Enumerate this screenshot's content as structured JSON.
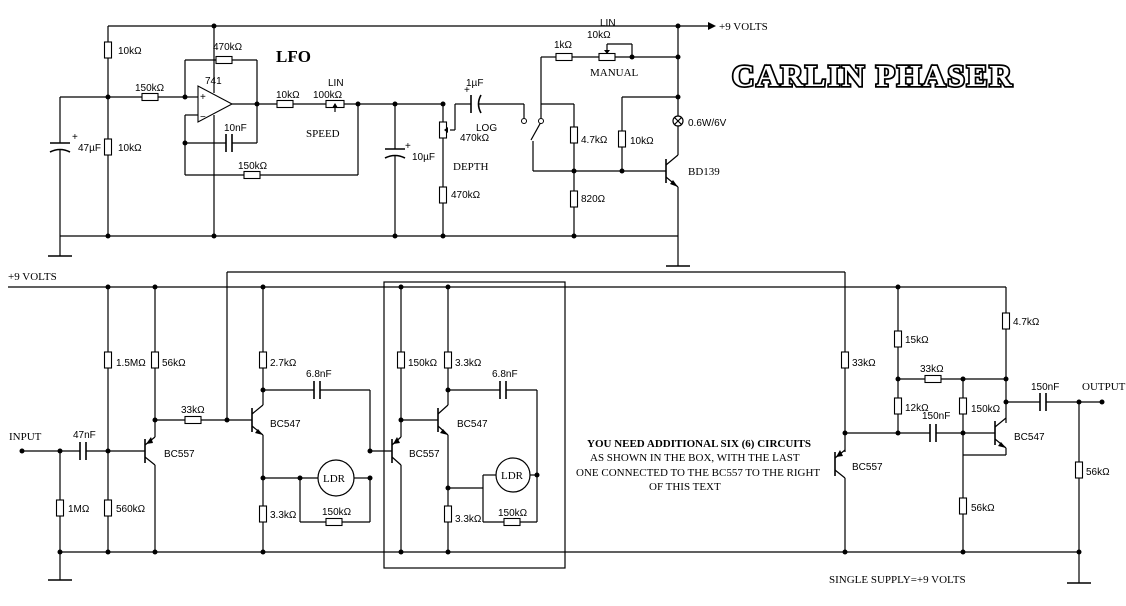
{
  "title": "CARLIN PHASER",
  "supply_top": "+9 VOLTS",
  "supply_left": "+9 VOLTS",
  "input_label": "INPUT",
  "output_label": "OUTPUT",
  "supply_note": "SINGLE SUPPLY=+9 VOLTS",
  "note_line1": "YOU NEED ADDITIONAL SIX (6) CIRCUITS",
  "note_line2": "AS SHOWN IN THE BOX, WITH THE LAST",
  "note_line3": "ONE CONNECTED TO THE BC557 TO THE RIGHT",
  "note_line4": "OF THIS TEXT",
  "lfo": {
    "label": "LFO",
    "opamp": "741",
    "plus": "+",
    "minus": "−",
    "speed": "SPEED",
    "depth": "DEPTH",
    "lin": "LIN",
    "log": "LOG",
    "manual": "MANUAL",
    "lamp": "0.6W/6V",
    "transistor": "BD139",
    "r_bias_top": "10kΩ",
    "r_bias_bot": "10kΩ",
    "c_bias": "47µF",
    "r_in": "150kΩ",
    "r_fb": "470kΩ",
    "c_int": "10nF",
    "r_fb2": "150kΩ",
    "r_out": "10kΩ",
    "pot_speed": "100kΩ",
    "c_tank": "10µF",
    "pot_depth": "470kΩ",
    "r_depth": "470kΩ",
    "c_couple": "1µF",
    "r_manual": "1kΩ",
    "pot_manual": "10kΩ",
    "r_base1": "4.7kΩ",
    "r_base2": "820Ω",
    "r_lamp": "10kΩ"
  },
  "audio": {
    "c_in": "47nF",
    "r_in_gnd": "1MΩ",
    "r_b1": "1.5MΩ",
    "r_b2": "560kΩ",
    "q1": "BC557",
    "r_e1": "56kΩ",
    "r_link": "33kΩ",
    "q2": "BC547",
    "r_c2": "2.7kΩ",
    "r_e2": "3.3kΩ",
    "c_ps1": "6.8nF",
    "r_ldr1": "150kΩ",
    "ldr": "LDR",
    "box_r_top": "150kΩ",
    "box_q1": "BC557",
    "box_r_c": "3.3kΩ",
    "box_q2": "BC547",
    "box_r_e": "3.3kΩ",
    "box_c": "6.8nF",
    "box_r_ldr": "150kΩ",
    "q_last": "BC557",
    "r_last": "33kΩ",
    "r_15k": "15kΩ",
    "r_12k": "12kΩ",
    "r_33k_fb": "33kΩ",
    "c_mix": "150nF",
    "r_mix_e": "150kΩ",
    "r_47k": "4.7kΩ",
    "q_out": "BC547",
    "r_56k_e": "56kΩ",
    "c_out": "150nF",
    "r_out_gnd": "56kΩ"
  }
}
